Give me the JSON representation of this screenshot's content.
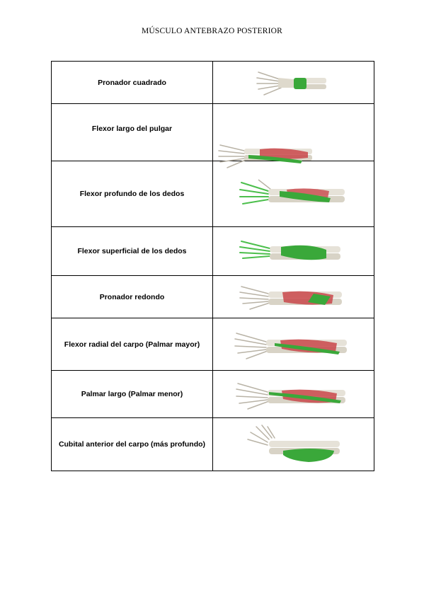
{
  "title": "MÚSCULO ANTEBRAZO POSTERIOR",
  "rows": [
    {
      "name": "Pronador cuadrado",
      "image": "forearm-pronator-quadratus-image"
    },
    {
      "name": "Flexor largo del pulgar",
      "image": "forearm-flexor-pollicis-longus-image"
    },
    {
      "name": "Flexor profundo de los dedos",
      "image": "forearm-flexor-digitorum-profundus-image"
    },
    {
      "name": "Flexor superficial de los dedos",
      "image": "forearm-flexor-digitorum-superficialis-image"
    },
    {
      "name": "Pronador redondo",
      "image": "forearm-pronator-teres-image"
    },
    {
      "name": "Flexor radial del carpo (Palmar mayor)",
      "image": "forearm-flexor-carpi-radialis-image"
    },
    {
      "name": "Palmar largo (Palmar menor)",
      "image": "forearm-palmaris-longus-image"
    },
    {
      "name": "Cubital anterior del carpo (más profundo)",
      "image": "forearm-flexor-carpi-ulnaris-image"
    }
  ],
  "colors": {
    "muscle_highlight": "#3aa83a",
    "muscle_red": "#c9464a",
    "bone": "#e6e2d8"
  }
}
